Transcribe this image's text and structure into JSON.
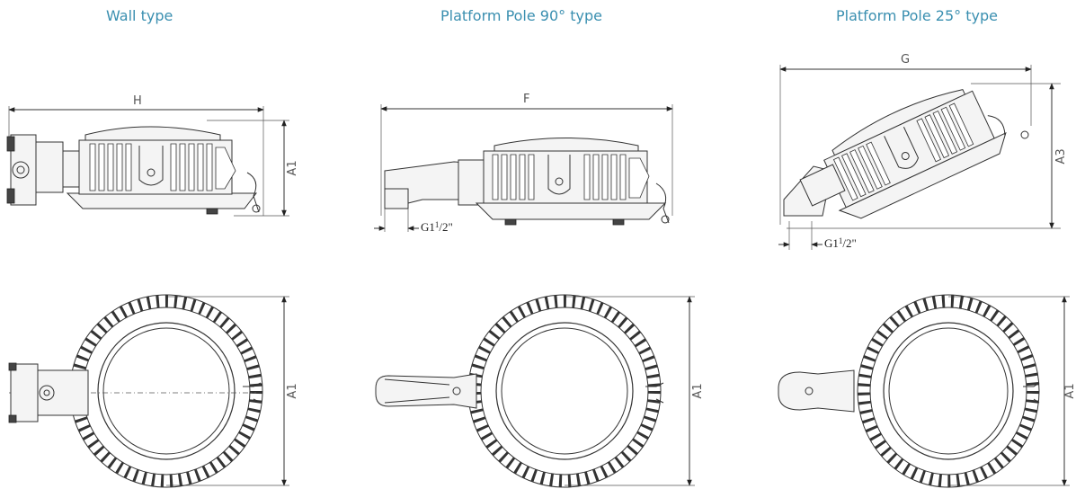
{
  "titles": {
    "wall": "Wall type",
    "pole90": "Platform Pole 90° type",
    "pole25": "Platform Pole 25° type"
  },
  "dims": {
    "H": "H",
    "F": "F",
    "G": "G",
    "A1": "A1",
    "A3": "A3",
    "thread_main": "G1",
    "thread_sup": "1",
    "thread_rest": "/2\""
  },
  "colors": {
    "title": "#3a8fb0",
    "line": "#333333"
  }
}
